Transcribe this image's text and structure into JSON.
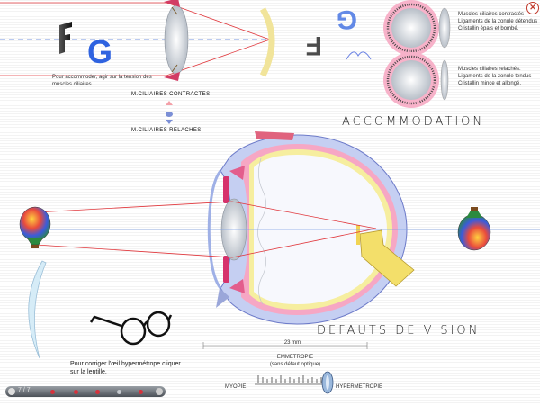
{
  "accommodation": {
    "caption": "Pour accommoder, agir sur la tension des muscles ciliaires.",
    "btn_contractes": "M.CILIAIRES CONTRACTES",
    "btn_relaches": "M.CILIAIRES RELACHES",
    "title": "ACCOMMODATION",
    "info_contractes": [
      "Muscles ciliaires contractés",
      "Ligaments de la zonule détendus",
      "Cristallin épais et bombé."
    ],
    "info_relaches": [
      "Muscles ciliaires relachés.",
      "Ligaments de la zonule tendus",
      "Cristallin mince et allongé."
    ],
    "letters": {
      "f": "F",
      "g": "G"
    }
  },
  "vision": {
    "title": "DEFAUTS DE VISION",
    "distance_label": "23 mm",
    "lens_caption": "Pour corriger l'œil hypermétrope cliquer sur la lentille.",
    "slider": {
      "top_label": "EMMETROPIE",
      "top_sublabel": "(sans défaut optique)",
      "left_label": "MYOPIE",
      "right_label": "HYPERMETROPIE",
      "value": "HYPERMETROPIE"
    }
  },
  "nav": {
    "page_counter": "7 / 7"
  },
  "colors": {
    "ray": "#e0363b",
    "axis": "#4a74d9",
    "iris_pink": "#f07fa8",
    "sclera_blue": "#b9c6ef",
    "lens_yellow": "#f4e6a0"
  },
  "icons": {
    "close": "close-icon",
    "balloon": "balloon-icon",
    "glasses": "glasses-icon",
    "contact_lens": "contact-lens-icon"
  }
}
